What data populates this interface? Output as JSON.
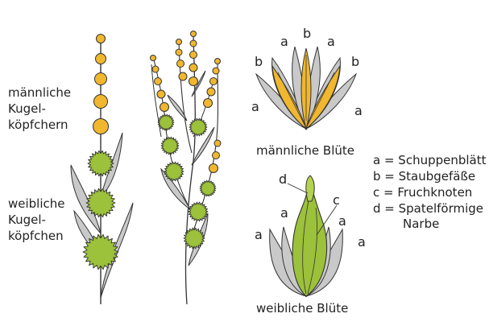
{
  "labels": {
    "male_heads": [
      "männliche",
      "Kugel-",
      "köpfchern"
    ],
    "female_heads": [
      "weibliche",
      "Kugel-",
      "köpfchen"
    ],
    "male_flower": "männliche Blüte",
    "female_flower": "weibliche Blüte"
  },
  "legend": [
    {
      "key": "a",
      "text": "a = Schuppenblätt"
    },
    {
      "key": "b",
      "text": "b = Staubgefäße"
    },
    {
      "key": "c",
      "text": "c = Fruchknoten"
    },
    {
      "key": "d",
      "text": "d = Spatelförmige"
    },
    {
      "key": "d2",
      "text": "Narbe"
    }
  ],
  "letters": {
    "a": "a",
    "b": "b",
    "c": "c",
    "d": "d"
  },
  "colors": {
    "yellow": "#f0b72f",
    "green": "#9cc13a",
    "green_light": "#b3d24e",
    "gray": "#c9c9c9",
    "outline": "#333333"
  }
}
